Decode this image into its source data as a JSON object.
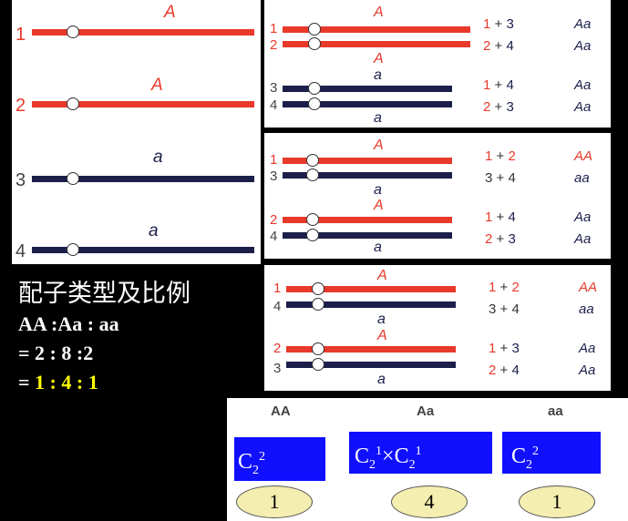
{
  "left_panel": {
    "labels": [
      "1",
      "2",
      "3",
      "4"
    ],
    "alleles": [
      "A",
      "A",
      "a",
      "a"
    ]
  },
  "panels": [
    {
      "labels": [
        "1",
        "2",
        "3",
        "4"
      ],
      "alleles": [
        "A",
        "A",
        "a",
        "a"
      ],
      "combos": [
        [
          "1",
          "+",
          "3"
        ],
        [
          "2",
          "+",
          "4"
        ],
        [
          "1",
          "+",
          "4"
        ],
        [
          "2",
          "+",
          "3"
        ]
      ],
      "genos": [
        "Aa",
        "Aa",
        "Aa",
        "Aa"
      ]
    },
    {
      "labels": [
        "1",
        "3",
        "2",
        "4"
      ],
      "alleles": [
        "A",
        "a",
        "A",
        "a"
      ],
      "combos": [
        [
          "1",
          "+",
          "2"
        ],
        [
          "3",
          "+",
          "4"
        ],
        [
          "1",
          "+",
          "4"
        ],
        [
          "2",
          "+",
          "3"
        ]
      ],
      "genos": [
        "AA",
        "aa",
        "Aa",
        "Aa"
      ]
    },
    {
      "labels": [
        "1",
        "4",
        "2",
        "3"
      ],
      "alleles": [
        "A",
        "a",
        "A",
        "a"
      ],
      "combos": [
        [
          "1",
          "+",
          "2"
        ],
        [
          "3",
          "+",
          "4"
        ],
        [
          "1",
          "+",
          "3"
        ],
        [
          "2",
          "+",
          "4"
        ]
      ],
      "genos": [
        "AA",
        "aa",
        "Aa",
        "Aa"
      ]
    }
  ],
  "ratio": {
    "title": "配子类型及比例",
    "line1": "AA :Aa : aa",
    "line2": "= 2 : 8 :2",
    "line3_prefix": "= ",
    "line3_value": "1 : 4 : 1"
  },
  "calc": {
    "headers": [
      "AA",
      "Aa",
      "aa"
    ],
    "boxes": [
      {
        "c": "C",
        "sub": "2",
        "sup": "2"
      },
      {
        "c": "C",
        "sub": "2",
        "sup": "1",
        "times": "×",
        "c2": "C",
        "sub2": "2",
        "sup2": "1"
      },
      {
        "c": "C",
        "sub": "2",
        "sup": "2"
      }
    ],
    "ovals": [
      "1",
      "4",
      "1"
    ]
  },
  "colors": {
    "red": "#e8392b",
    "navy": "#1b1f4a",
    "blue_box": "#1010ff",
    "yellow": "#ffff00",
    "oval_fill": "#f4eeb0"
  }
}
